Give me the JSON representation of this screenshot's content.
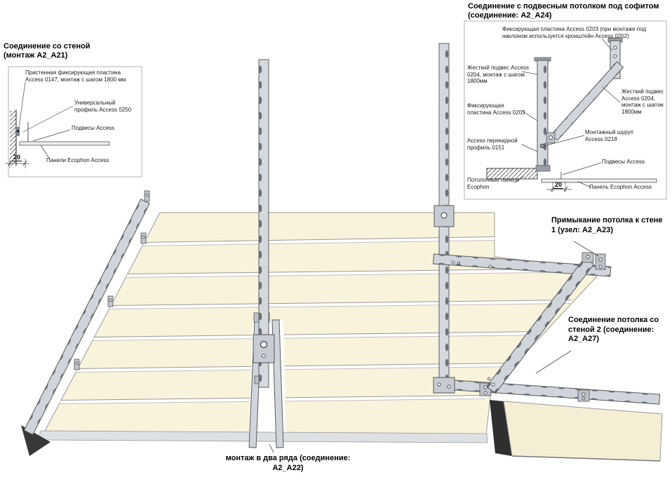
{
  "detail_wall": {
    "title_line1": "Соединение со стеной",
    "title_line2": "(монтаж A2_A21)",
    "label_plate": "Пристенная фиксирующая пластина Access 0147, монтаж с шагом 1800 мм",
    "label_profile": "Универсальный профиль Access 0250",
    "label_hangers": "Подвесы Access",
    "label_panels": "Панели Ecophon Access",
    "dim": "20"
  },
  "detail_soffit": {
    "title_line1": "Соединение с подвесным потолком под софитом",
    "title_line2": "(соединение: A2_A24)",
    "label_fix_plate_top": "Фиксирующая пластина Access 0203 (при монтаже под наклоном используется кронштейн Access 0202)",
    "label_rigid_hanger_left": "Жесткий подвес Access 0204, монтаж с шагом 1800мм",
    "label_fix_plate": "Фиксирующая пластина Access 0203",
    "label_cross_profile": "Access перекидной профиль 0151",
    "label_ceiling_panels": "Потолочные панели Ecophon",
    "label_rigid_hanger_right": "Жесткий подвес Access 0204, монтаж с шагом 1800мм",
    "label_screw": "Монтажный шуруп Access 0218",
    "label_hangers": "Подвесы Access",
    "label_panel": "Панель Ecophon Access",
    "dim": "20"
  },
  "callouts": {
    "wall_joint_1": "Примыкание потолка к стене 1 (узел: A2_A23)",
    "wall_joint_2": "Соединение потолка со стеной 2 (соединение: A2_A27)",
    "two_rows": "монтаж в два ряда (соединение: A2_A22)"
  },
  "colors": {
    "panel": "#f8f3db",
    "metal": "#cfd5da",
    "slot": "#69707a",
    "dark_edge": "#2f2f2f"
  }
}
